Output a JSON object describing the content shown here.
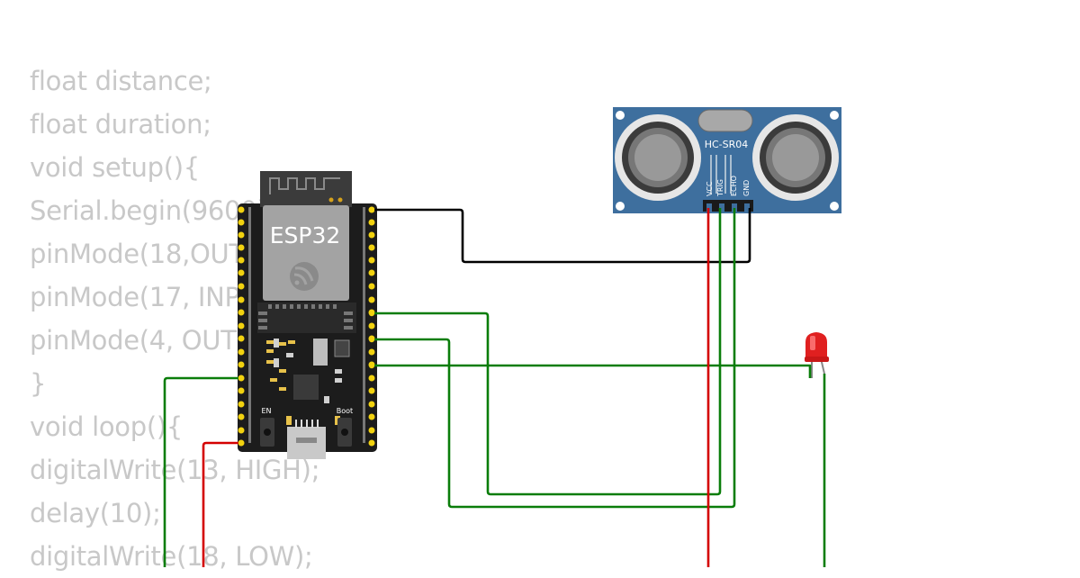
{
  "code": {
    "lines": [
      "float distance;",
      "float duration;",
      "void setup(){",
      "Serial.begin(9600);",
      "pinMode(18,OUTPUT);",
      "pinMode(17, INPUT);",
      "pinMode(4, OUTPUT);",
      "}",
      "void loop(){",
      "digitalWrite(13, HIGH);",
      "delay(10);",
      "digitalWrite(18, LOW);"
    ]
  },
  "esp32": {
    "label": "ESP32",
    "en_label": "EN",
    "boot_label": "Boot"
  },
  "sensor": {
    "label": "HC-SR04",
    "pins": [
      "VCC",
      "TRIG",
      "ECHO",
      "GND"
    ]
  },
  "colors": {
    "wire_black": "#000000",
    "wire_green": "#0a7d0a",
    "wire_red": "#d40000",
    "board": "#1a1a1a",
    "sensor_board": "#3e6f9e",
    "led": "#e02020"
  }
}
